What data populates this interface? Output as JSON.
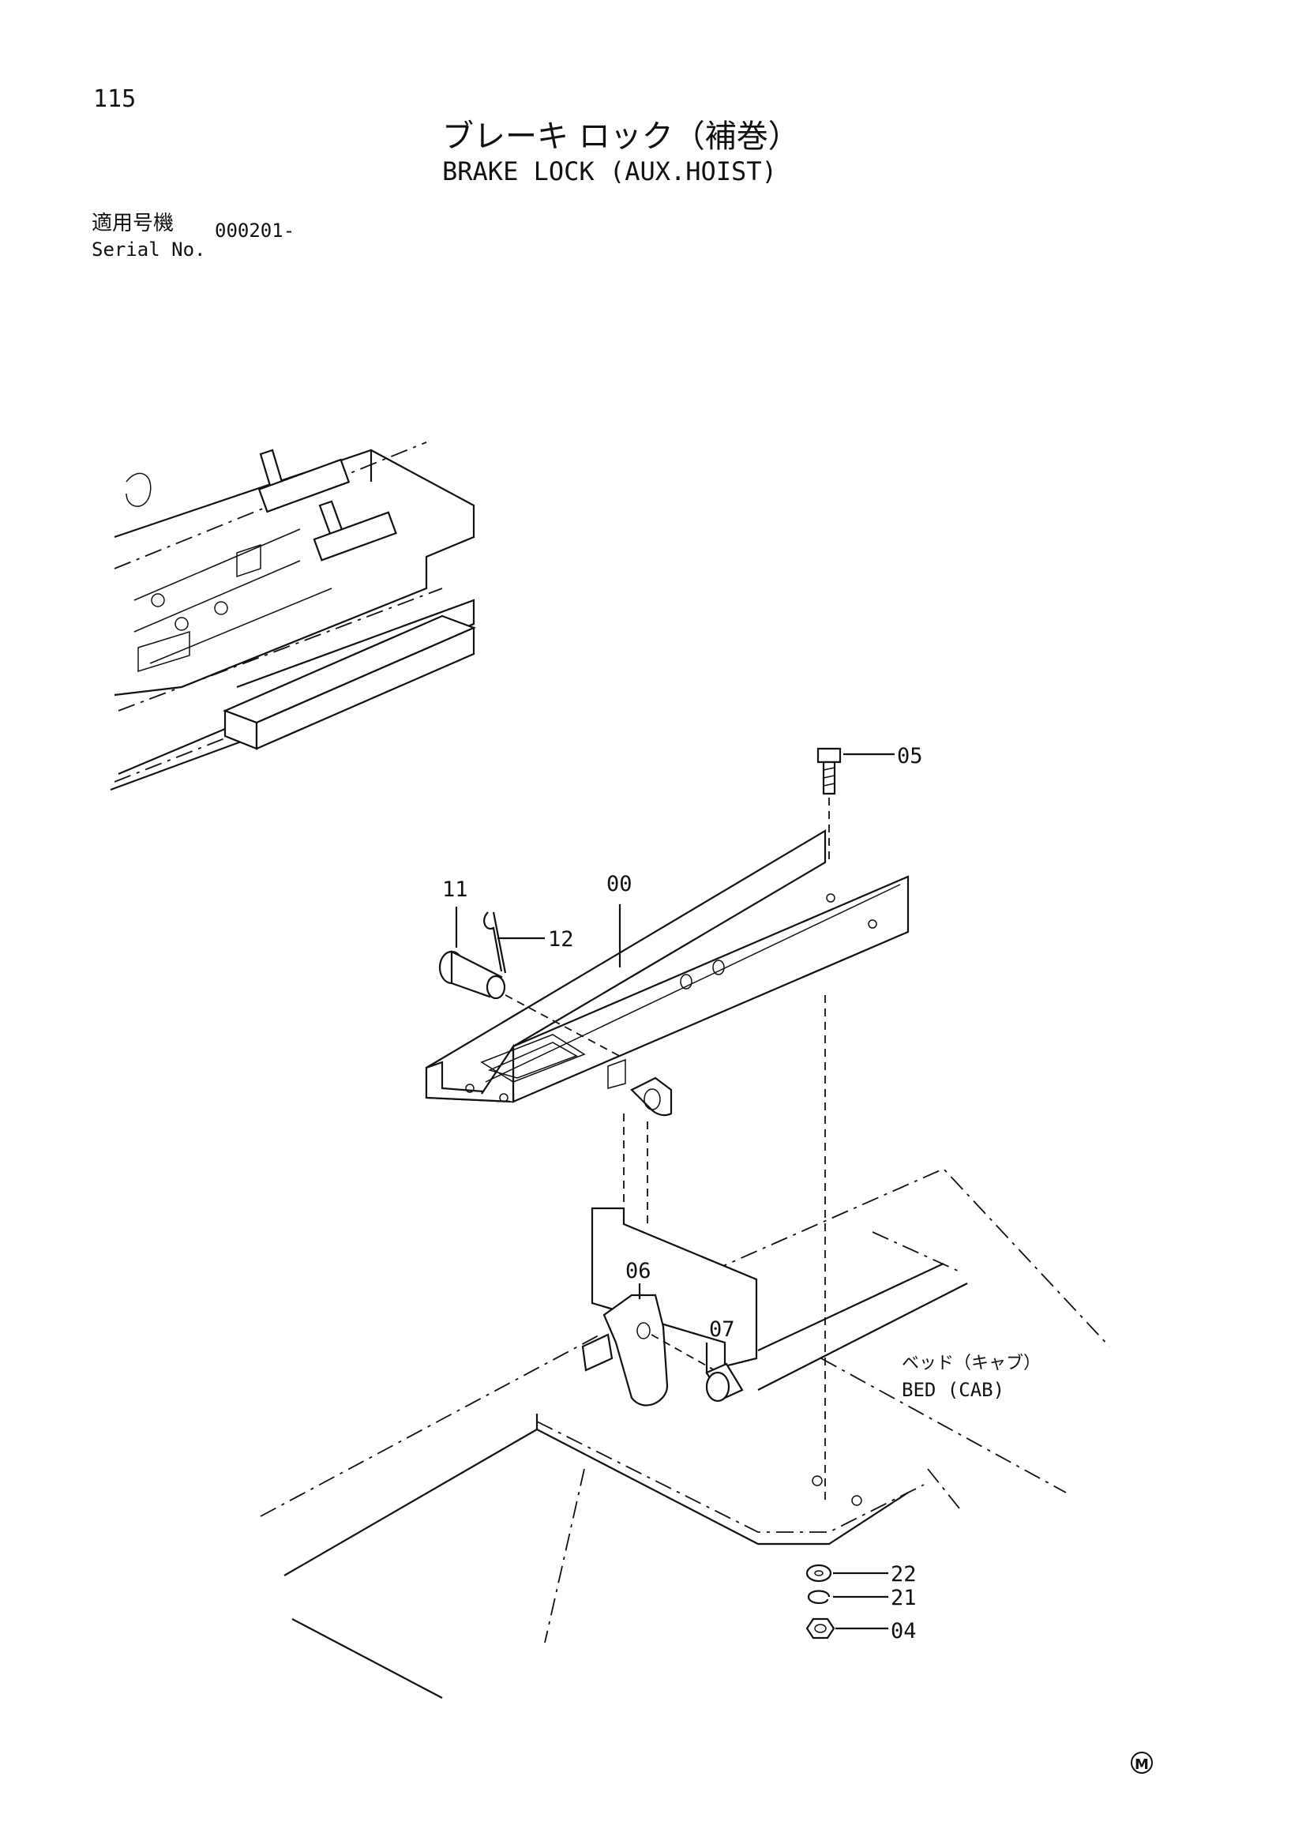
{
  "page": {
    "number": "115",
    "title_jp": "ブレーキ ロック（補巻）",
    "title_en": "BRAKE LOCK (AUX.HOIST)",
    "serial_label_jp": "適用号機",
    "serial_label_en": "Serial No.",
    "serial_value": "000201-",
    "mark": "M"
  },
  "callouts": {
    "p00": "00",
    "p04": "04",
    "p05": "05",
    "p06": "06",
    "p07": "07",
    "p11": "11",
    "p12": "12",
    "p21": "21",
    "p22": "22"
  },
  "bed": {
    "label_jp": "ベッド（キャブ）",
    "label_en": "BED (CAB)"
  }
}
